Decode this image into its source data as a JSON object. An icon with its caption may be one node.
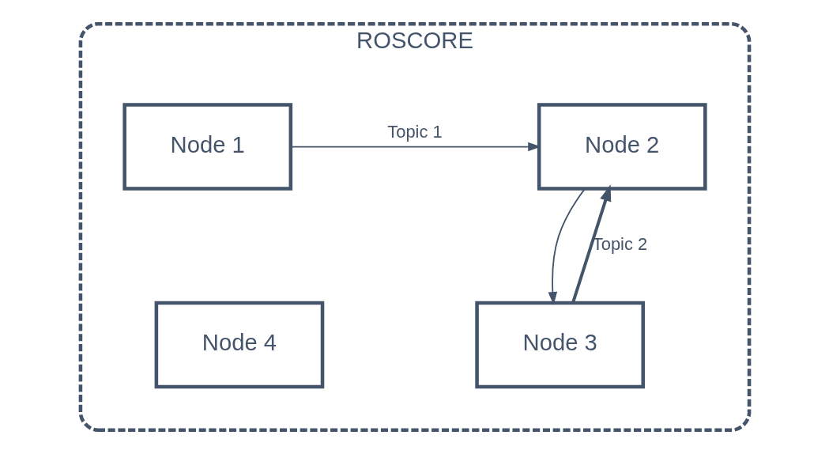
{
  "diagram": {
    "nodes": [
      {
        "text": [
          "ROSCORE"
        ]
      },
      {
        "text": [
          "Node 1"
        ],
        "in": 0
      },
      {
        "text": [
          "Node 2"
        ],
        "in": 0
      },
      {
        "text": [
          "Node 4"
        ],
        "in": 0
      },
      {
        "text": [
          "Node 3"
        ],
        "in": 0
      }
    ],
    "edges": [
      {
        "from": 1,
        "to": 2,
        "arrow": "to",
        "label": "Topic 1"
      },
      {
        "from": 4,
        "to": 2,
        "arrow": "to",
        "label": "Topic 2",
        "style": "thick"
      },
      {
        "from": 2,
        "to": 4,
        "arrow": "to"
      }
    ]
  }
}
